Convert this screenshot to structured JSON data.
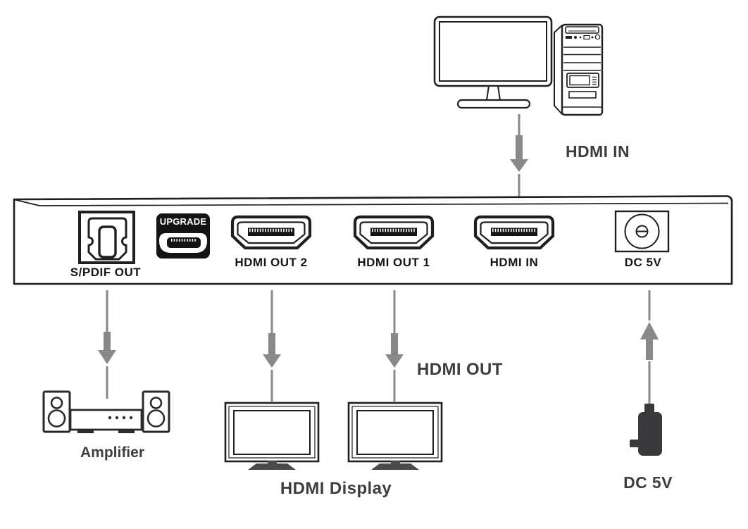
{
  "connections": {
    "hdmi_in": {
      "label": "HDMI IN"
    },
    "hdmi_out": {
      "label": "HDMI OUT"
    }
  },
  "panel": {
    "ports": [
      {
        "name": "spdif-out",
        "label": "S/PDIF OUT"
      },
      {
        "name": "upgrade",
        "label": "UPGRADE"
      },
      {
        "name": "hdmi-out-2",
        "label": "HDMI OUT 2"
      },
      {
        "name": "hdmi-out-1",
        "label": "HDMI OUT 1"
      },
      {
        "name": "hdmi-in",
        "label": "HDMI IN"
      },
      {
        "name": "dc-5v",
        "label": "DC 5V"
      }
    ]
  },
  "devices": {
    "source_computer": {
      "icon": "desktop-computer-icon"
    },
    "amplifier": {
      "label": "Amplifier"
    },
    "hdmi_display": {
      "label": "HDMI Display"
    },
    "power_adapter": {
      "label": "DC 5V"
    }
  },
  "colors": {
    "line": "#1f1f1f",
    "arrow": "#88898b",
    "label": "#3e3e40",
    "port_black": "#141414",
    "stand_gray": "#4a4a4c",
    "adapter_dark": "#39393b",
    "background": "#ffffff"
  }
}
